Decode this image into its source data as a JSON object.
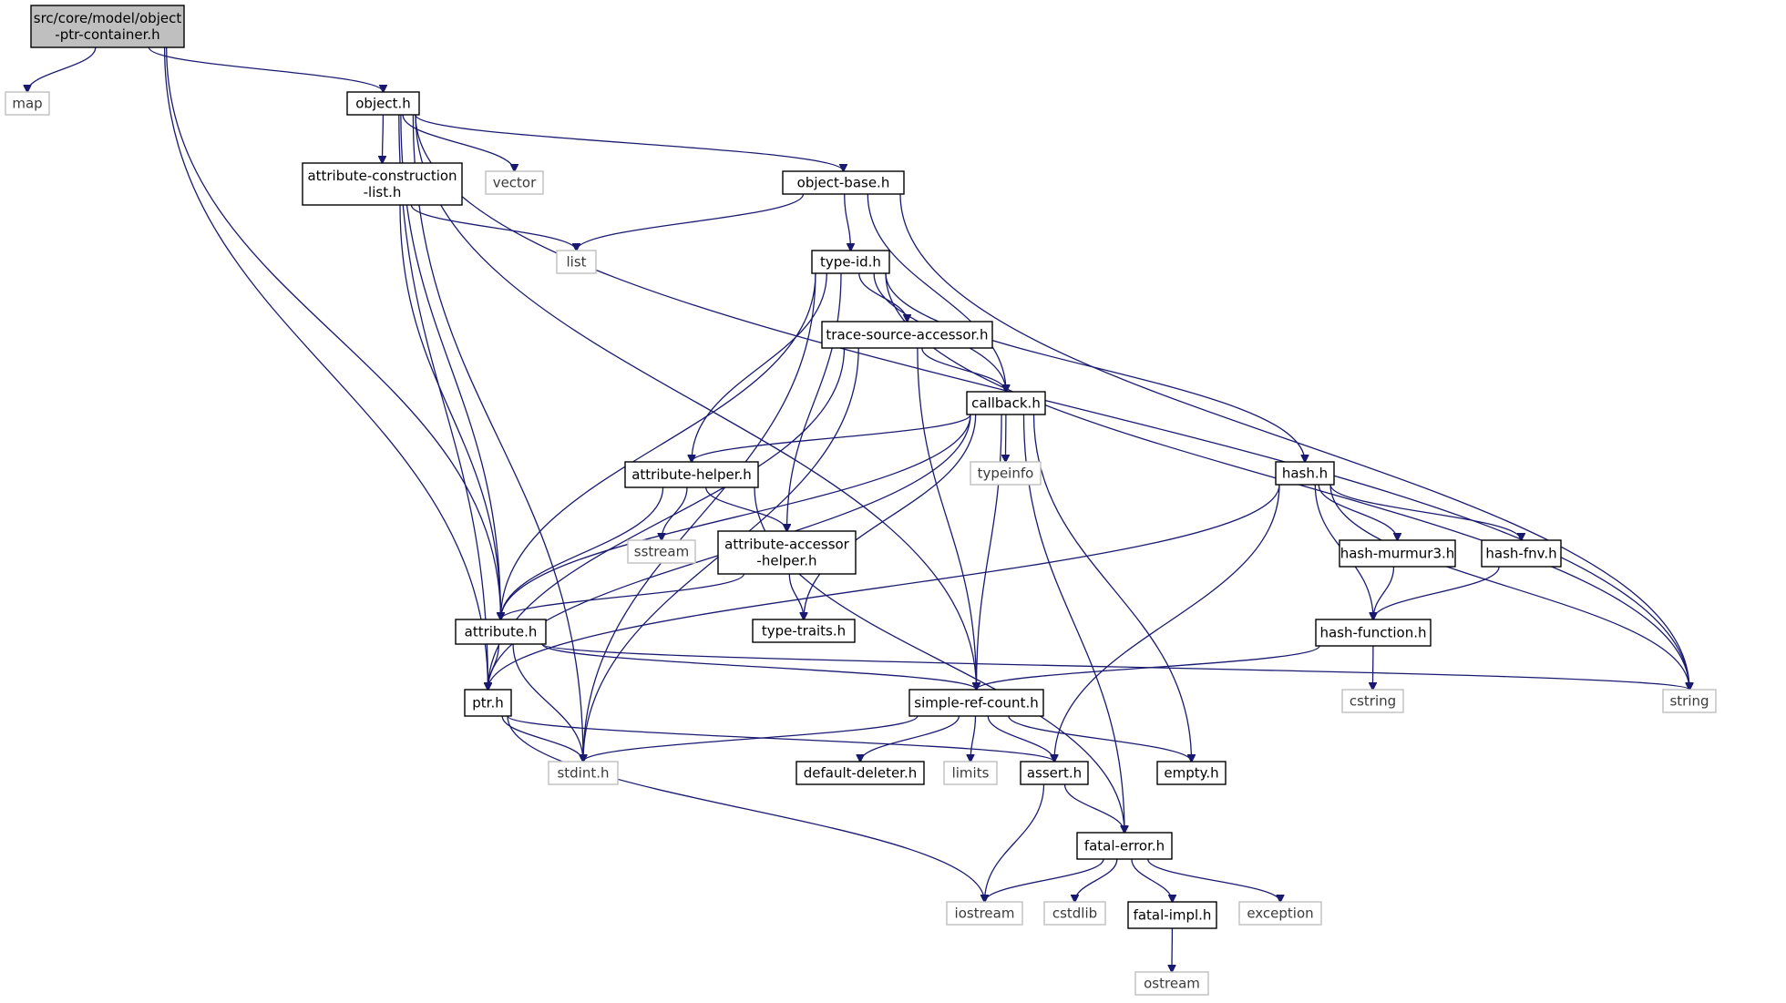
{
  "graph": {
    "edge_color": "#191970",
    "nodes": [
      {
        "id": "root",
        "lines": [
          "src/core/model/object",
          "-ptr-container.h"
        ],
        "kind": "root",
        "fill": "#bfbfbf",
        "stroke": "#000000"
      },
      {
        "id": "map",
        "lines": [
          "map"
        ],
        "kind": "external",
        "fill": "#ffffff",
        "stroke": "#bfbfbf"
      },
      {
        "id": "object",
        "lines": [
          "object.h"
        ],
        "kind": "header",
        "fill": "#ffffff",
        "stroke": "#000000"
      },
      {
        "id": "attr_constr",
        "lines": [
          "attribute-construction",
          "-list.h"
        ],
        "kind": "header",
        "fill": "#ffffff",
        "stroke": "#000000"
      },
      {
        "id": "vector",
        "lines": [
          "vector"
        ],
        "kind": "external",
        "fill": "#ffffff",
        "stroke": "#bfbfbf"
      },
      {
        "id": "object_base",
        "lines": [
          "object-base.h"
        ],
        "kind": "header",
        "fill": "#ffffff",
        "stroke": "#000000"
      },
      {
        "id": "list",
        "lines": [
          "list"
        ],
        "kind": "external",
        "fill": "#ffffff",
        "stroke": "#bfbfbf"
      },
      {
        "id": "type_id",
        "lines": [
          "type-id.h"
        ],
        "kind": "header",
        "fill": "#ffffff",
        "stroke": "#000000"
      },
      {
        "id": "trace_src",
        "lines": [
          "trace-source-accessor.h"
        ],
        "kind": "header",
        "fill": "#ffffff",
        "stroke": "#000000"
      },
      {
        "id": "callback",
        "lines": [
          "callback.h"
        ],
        "kind": "header",
        "fill": "#ffffff",
        "stroke": "#000000"
      },
      {
        "id": "typeinfo",
        "lines": [
          "typeinfo"
        ],
        "kind": "external",
        "fill": "#ffffff",
        "stroke": "#bfbfbf"
      },
      {
        "id": "attr_helper",
        "lines": [
          "attribute-helper.h"
        ],
        "kind": "header",
        "fill": "#ffffff",
        "stroke": "#000000"
      },
      {
        "id": "sstream",
        "lines": [
          "sstream"
        ],
        "kind": "external",
        "fill": "#ffffff",
        "stroke": "#bfbfbf"
      },
      {
        "id": "attr_acc_helper",
        "lines": [
          "attribute-accessor",
          "-helper.h"
        ],
        "kind": "header",
        "fill": "#ffffff",
        "stroke": "#000000"
      },
      {
        "id": "type_traits",
        "lines": [
          "type-traits.h"
        ],
        "kind": "header",
        "fill": "#ffffff",
        "stroke": "#000000"
      },
      {
        "id": "hash",
        "lines": [
          "hash.h"
        ],
        "kind": "header",
        "fill": "#ffffff",
        "stroke": "#000000"
      },
      {
        "id": "hash_murmur3",
        "lines": [
          "hash-murmur3.h"
        ],
        "kind": "header",
        "fill": "#ffffff",
        "stroke": "#000000"
      },
      {
        "id": "hash_fnv",
        "lines": [
          "hash-fnv.h"
        ],
        "kind": "header",
        "fill": "#ffffff",
        "stroke": "#000000"
      },
      {
        "id": "hash_function",
        "lines": [
          "hash-function.h"
        ],
        "kind": "header",
        "fill": "#ffffff",
        "stroke": "#000000"
      },
      {
        "id": "cstring",
        "lines": [
          "cstring"
        ],
        "kind": "external",
        "fill": "#ffffff",
        "stroke": "#bfbfbf"
      },
      {
        "id": "string",
        "lines": [
          "string"
        ],
        "kind": "external",
        "fill": "#ffffff",
        "stroke": "#bfbfbf"
      },
      {
        "id": "attribute",
        "lines": [
          "attribute.h"
        ],
        "kind": "header",
        "fill": "#ffffff",
        "stroke": "#000000"
      },
      {
        "id": "ptr",
        "lines": [
          "ptr.h"
        ],
        "kind": "header",
        "fill": "#ffffff",
        "stroke": "#000000"
      },
      {
        "id": "simple_ref",
        "lines": [
          "simple-ref-count.h"
        ],
        "kind": "header",
        "fill": "#ffffff",
        "stroke": "#000000"
      },
      {
        "id": "stdint",
        "lines": [
          "stdint.h"
        ],
        "kind": "external",
        "fill": "#ffffff",
        "stroke": "#bfbfbf"
      },
      {
        "id": "default_deleter",
        "lines": [
          "default-deleter.h"
        ],
        "kind": "header",
        "fill": "#ffffff",
        "stroke": "#000000"
      },
      {
        "id": "limits",
        "lines": [
          "limits"
        ],
        "kind": "external",
        "fill": "#ffffff",
        "stroke": "#bfbfbf"
      },
      {
        "id": "assert",
        "lines": [
          "assert.h"
        ],
        "kind": "header",
        "fill": "#ffffff",
        "stroke": "#000000"
      },
      {
        "id": "empty",
        "lines": [
          "empty.h"
        ],
        "kind": "header",
        "fill": "#ffffff",
        "stroke": "#000000"
      },
      {
        "id": "fatal_error",
        "lines": [
          "fatal-error.h"
        ],
        "kind": "header",
        "fill": "#ffffff",
        "stroke": "#000000"
      },
      {
        "id": "iostream",
        "lines": [
          "iostream"
        ],
        "kind": "external",
        "fill": "#ffffff",
        "stroke": "#bfbfbf"
      },
      {
        "id": "cstdlib",
        "lines": [
          "cstdlib"
        ],
        "kind": "external",
        "fill": "#ffffff",
        "stroke": "#bfbfbf"
      },
      {
        "id": "fatal_impl",
        "lines": [
          "fatal-impl.h"
        ],
        "kind": "header",
        "fill": "#ffffff",
        "stroke": "#000000"
      },
      {
        "id": "exception",
        "lines": [
          "exception"
        ],
        "kind": "external",
        "fill": "#ffffff",
        "stroke": "#bfbfbf"
      },
      {
        "id": "ostream",
        "lines": [
          "ostream"
        ],
        "kind": "external",
        "fill": "#ffffff",
        "stroke": "#bfbfbf"
      }
    ],
    "edges": [
      {
        "from": "root",
        "to": "map"
      },
      {
        "from": "root",
        "to": "object"
      },
      {
        "from": "root",
        "to": "attribute"
      },
      {
        "from": "root",
        "to": "ptr"
      },
      {
        "from": "object",
        "to": "attr_constr"
      },
      {
        "from": "object",
        "to": "vector"
      },
      {
        "from": "object",
        "to": "object_base"
      },
      {
        "from": "object",
        "to": "string"
      },
      {
        "from": "object",
        "to": "attribute"
      },
      {
        "from": "object",
        "to": "ptr"
      },
      {
        "from": "object",
        "to": "stdint"
      },
      {
        "from": "object",
        "to": "simple_ref"
      },
      {
        "from": "attr_constr",
        "to": "list"
      },
      {
        "from": "attr_constr",
        "to": "attribute"
      },
      {
        "from": "object_base",
        "to": "list"
      },
      {
        "from": "object_base",
        "to": "type_id"
      },
      {
        "from": "object_base",
        "to": "callback"
      },
      {
        "from": "object_base",
        "to": "string"
      },
      {
        "from": "type_id",
        "to": "trace_src"
      },
      {
        "from": "type_id",
        "to": "callback"
      },
      {
        "from": "type_id",
        "to": "attr_helper"
      },
      {
        "from": "type_id",
        "to": "attr_acc_helper"
      },
      {
        "from": "type_id",
        "to": "hash"
      },
      {
        "from": "type_id",
        "to": "string"
      },
      {
        "from": "type_id",
        "to": "attribute"
      },
      {
        "from": "type_id",
        "to": "stdint"
      },
      {
        "from": "trace_src",
        "to": "callback"
      },
      {
        "from": "trace_src",
        "to": "ptr"
      },
      {
        "from": "trace_src",
        "to": "simple_ref"
      },
      {
        "from": "trace_src",
        "to": "stdint"
      },
      {
        "from": "callback",
        "to": "typeinfo"
      },
      {
        "from": "callback",
        "to": "attr_helper"
      },
      {
        "from": "callback",
        "to": "attribute"
      },
      {
        "from": "callback",
        "to": "ptr"
      },
      {
        "from": "callback",
        "to": "type_traits"
      },
      {
        "from": "callback",
        "to": "simple_ref"
      },
      {
        "from": "callback",
        "to": "empty"
      },
      {
        "from": "callback",
        "to": "fatal_error"
      },
      {
        "from": "attr_helper",
        "to": "sstream"
      },
      {
        "from": "attr_helper",
        "to": "attr_acc_helper"
      },
      {
        "from": "attr_helper",
        "to": "attribute"
      },
      {
        "from": "attr_helper",
        "to": "fatal_error"
      },
      {
        "from": "attr_acc_helper",
        "to": "attribute"
      },
      {
        "from": "attr_acc_helper",
        "to": "type_traits"
      },
      {
        "from": "hash",
        "to": "hash_murmur3"
      },
      {
        "from": "hash",
        "to": "hash_fnv"
      },
      {
        "from": "hash",
        "to": "hash_function"
      },
      {
        "from": "hash",
        "to": "string"
      },
      {
        "from": "hash",
        "to": "ptr"
      },
      {
        "from": "hash",
        "to": "assert"
      },
      {
        "from": "hash_murmur3",
        "to": "hash_function"
      },
      {
        "from": "hash_fnv",
        "to": "hash_function"
      },
      {
        "from": "hash_function",
        "to": "cstring"
      },
      {
        "from": "hash_function",
        "to": "simple_ref"
      },
      {
        "from": "attribute",
        "to": "ptr"
      },
      {
        "from": "attribute",
        "to": "stdint"
      },
      {
        "from": "attribute",
        "to": "simple_ref"
      },
      {
        "from": "attribute",
        "to": "string"
      },
      {
        "from": "ptr",
        "to": "stdint"
      },
      {
        "from": "ptr",
        "to": "assert"
      },
      {
        "from": "ptr",
        "to": "iostream"
      },
      {
        "from": "simple_ref",
        "to": "stdint"
      },
      {
        "from": "simple_ref",
        "to": "default_deleter"
      },
      {
        "from": "simple_ref",
        "to": "limits"
      },
      {
        "from": "simple_ref",
        "to": "assert"
      },
      {
        "from": "simple_ref",
        "to": "empty"
      },
      {
        "from": "assert",
        "to": "fatal_error"
      },
      {
        "from": "assert",
        "to": "iostream"
      },
      {
        "from": "fatal_error",
        "to": "iostream"
      },
      {
        "from": "fatal_error",
        "to": "cstdlib"
      },
      {
        "from": "fatal_error",
        "to": "fatal_impl"
      },
      {
        "from": "fatal_error",
        "to": "exception"
      },
      {
        "from": "fatal_impl",
        "to": "ostream"
      }
    ]
  }
}
